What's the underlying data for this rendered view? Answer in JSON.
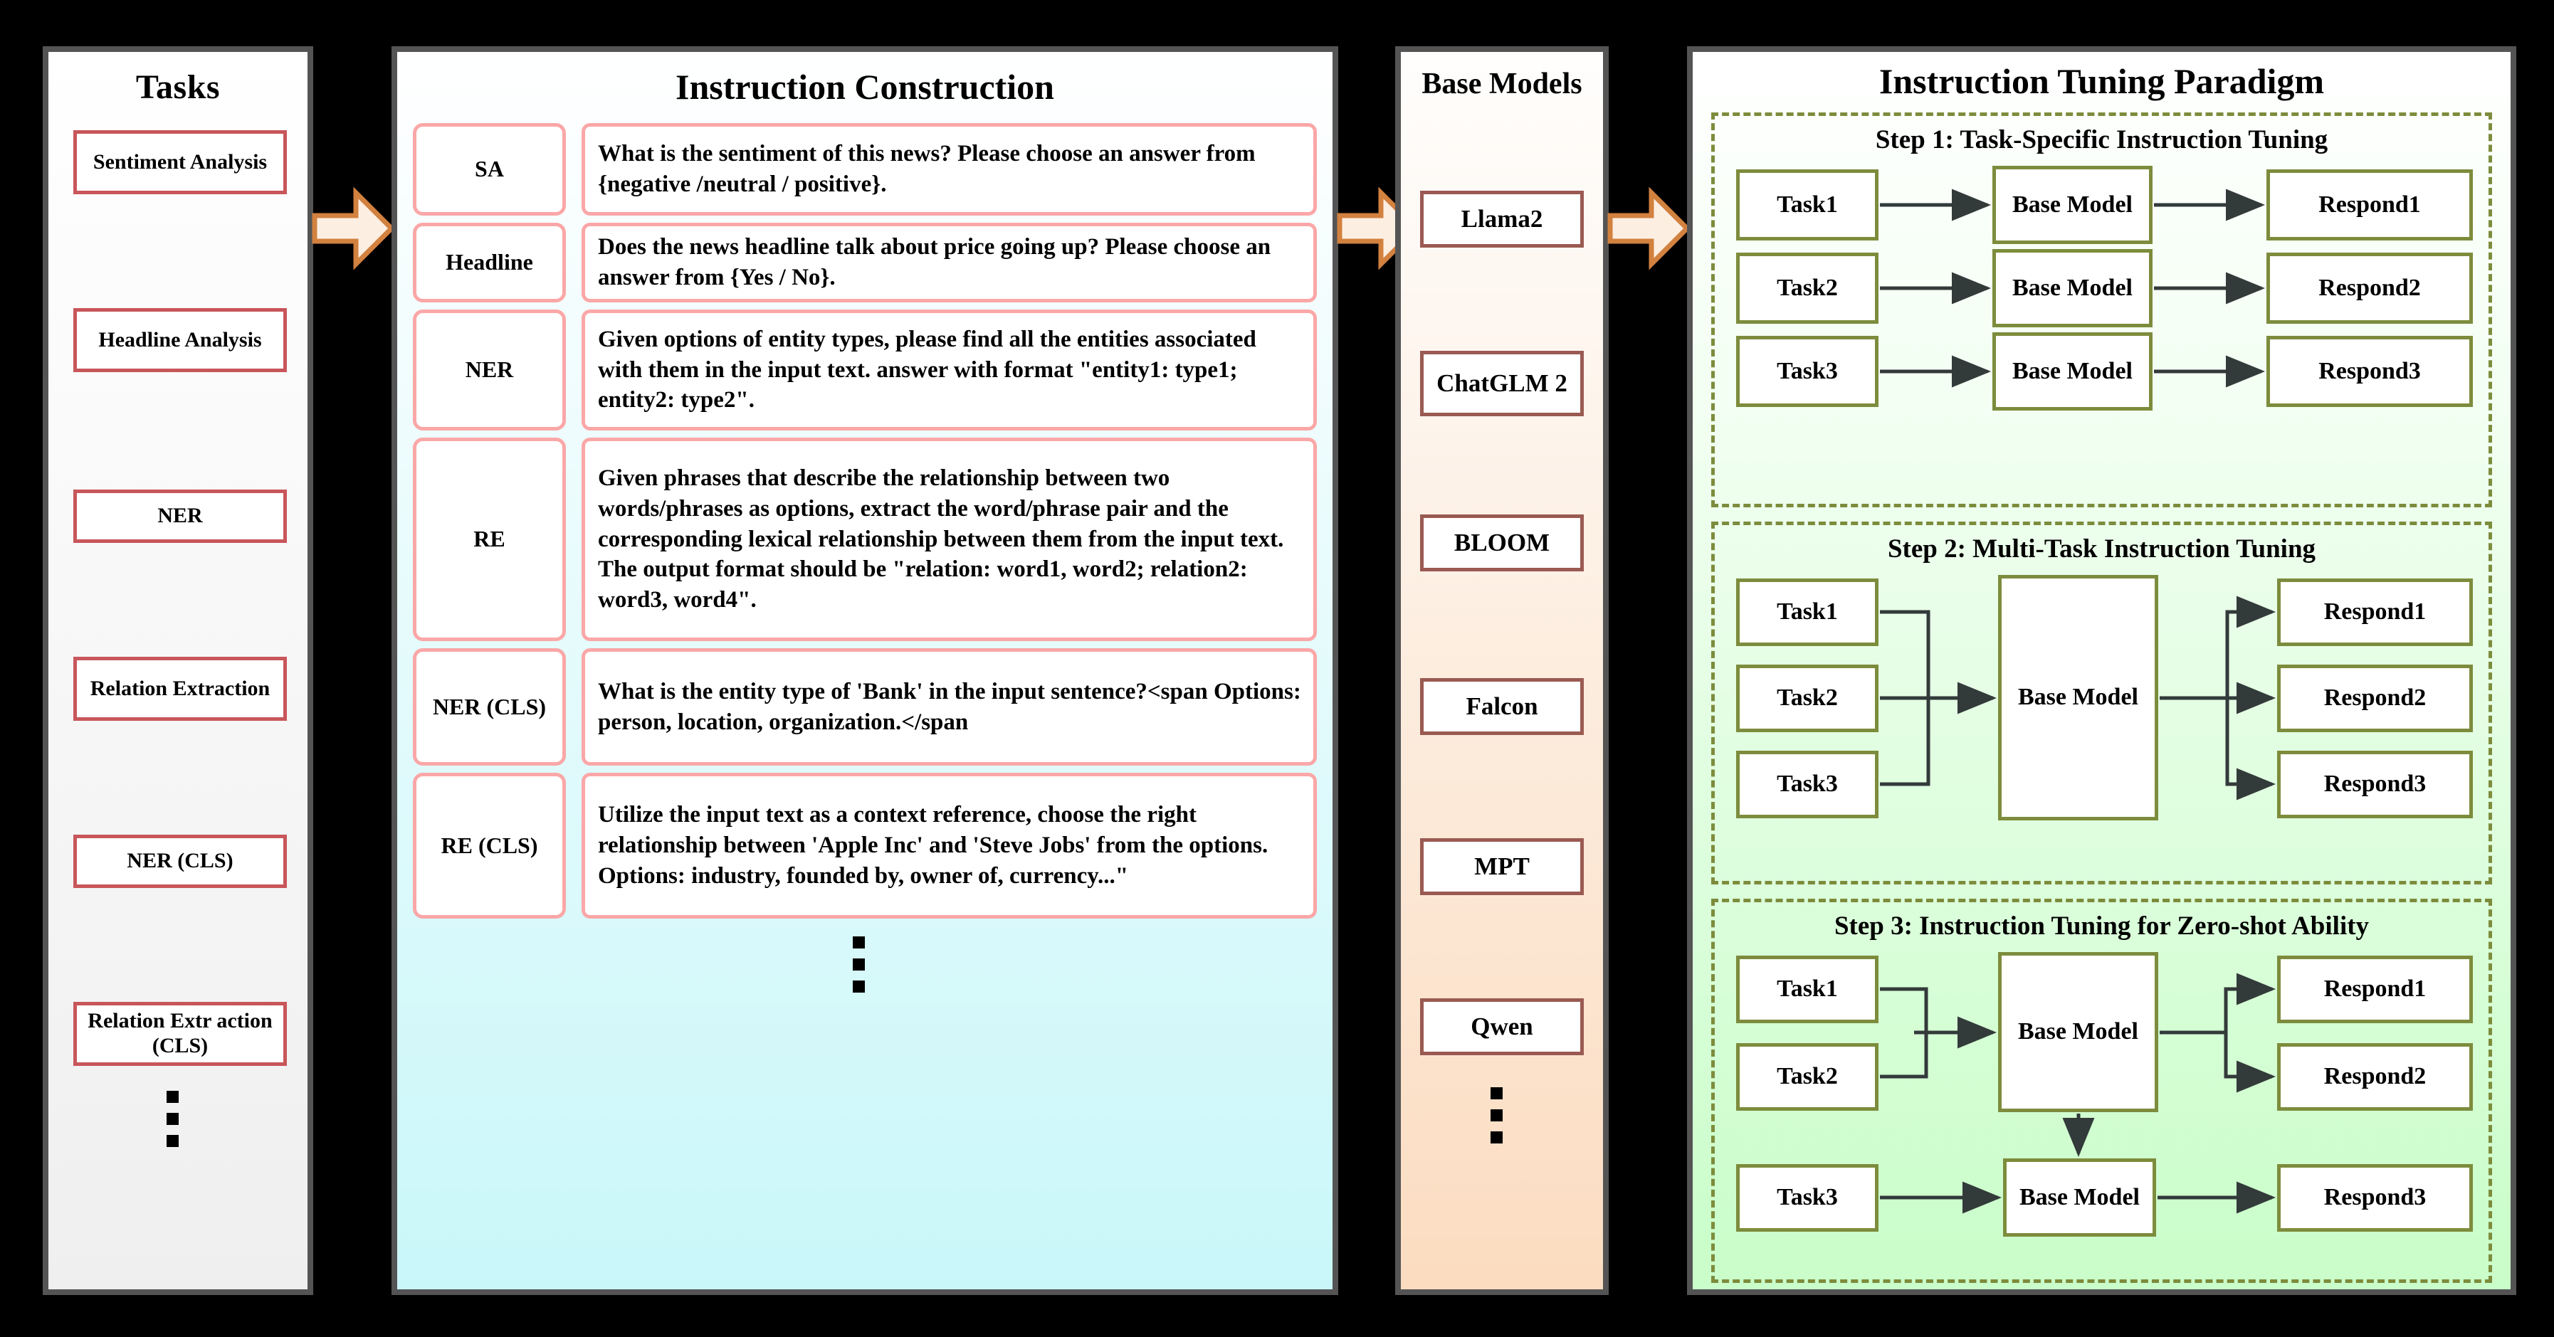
{
  "tasks_panel": {
    "title": "Tasks",
    "items": [
      {
        "label": "Sentiment Analysis"
      },
      {
        "label": "Headline Analysis"
      },
      {
        "label": "NER"
      },
      {
        "label": "Relation Extraction"
      },
      {
        "label": "NER (CLS)"
      },
      {
        "label": "Relation Extr action (CLS)"
      }
    ],
    "ellipsis": "vertical-ellipsis"
  },
  "instruction_panel": {
    "title": "Instruction Construction",
    "rows": [
      {
        "tag": "SA",
        "text": "What is the sentiment of this news? Please choose an answer from {negative /neutral / positive}."
      },
      {
        "tag": "Headline",
        "text": "Does the news headline talk about price going up? Please choose an answer from {Yes / No}."
      },
      {
        "tag": "NER",
        "text": "Given options of entity types, please find all the entities associated with them in the input text. answer with format \"entity1: type1; entity2: type2\"."
      },
      {
        "tag": "RE",
        "text": "Given phrases that describe the relationship between two words/phrases as options, extract the word/phrase pair and the corresponding lexical relationship between them from the input text. The output format should be \"relation: word1, word2; relation2: word3, word4\"."
      },
      {
        "tag": "NER (CLS)",
        "text": "What is the entity type of 'Bank' in the input sentence?<span Options: person, location, organization.</span"
      },
      {
        "tag": "RE (CLS)",
        "text": "Utilize the input text as a context reference, choose the right relationship between 'Apple Inc' and 'Steve Jobs' from the options. Options: industry, founded by, owner of, currency...\""
      }
    ],
    "ellipsis": "vertical-ellipsis"
  },
  "base_models_panel": {
    "title": "Base Models",
    "models": [
      "Llama2",
      "ChatGLM 2",
      "BLOOM",
      "Falcon",
      "MPT",
      "Qwen"
    ],
    "ellipsis": "vertical-ellipsis"
  },
  "paradigm_panel": {
    "title": "Instruction Tuning Paradigm",
    "steps": [
      {
        "title": "Step 1: Task-Specific Instruction Tuning",
        "tasks": [
          "Task1",
          "Task2",
          "Task3"
        ],
        "models": [
          "Base Model",
          "Base Model",
          "Base Model"
        ],
        "responds": [
          "Respond1",
          "Respond2",
          "Respond3"
        ]
      },
      {
        "title": "Step 2: Multi-Task Instruction Tuning",
        "tasks": [
          "Task1",
          "Task2",
          "Task3"
        ],
        "models": [
          "Base Model"
        ],
        "responds": [
          "Respond1",
          "Respond2",
          "Respond3"
        ]
      },
      {
        "title": "Step 3: Instruction Tuning for Zero-shot Ability",
        "tasks": [
          "Task1",
          "Task2",
          "Task3"
        ],
        "models": [
          "Base Model",
          "Base Model"
        ],
        "responds": [
          "Respond1",
          "Respond2",
          "Respond3"
        ]
      }
    ]
  },
  "connectors": {
    "arrow1": "right-block-arrow",
    "arrow2": "right-block-arrow",
    "arrow3": "right-block-arrow"
  },
  "colors": {
    "panel_border": "#545454",
    "task_box_border": "#c8565a",
    "instruction_box_border": "#fba7a7",
    "model_box_border": "#9a5a52",
    "node_box_border": "#7d8c3c",
    "step_dash_border": "#7d8c3c",
    "big_arrow_fill": "#fdeee2",
    "big_arrow_stroke": "#d2813f",
    "flow_line": "#333a3a",
    "background": "#000000"
  }
}
